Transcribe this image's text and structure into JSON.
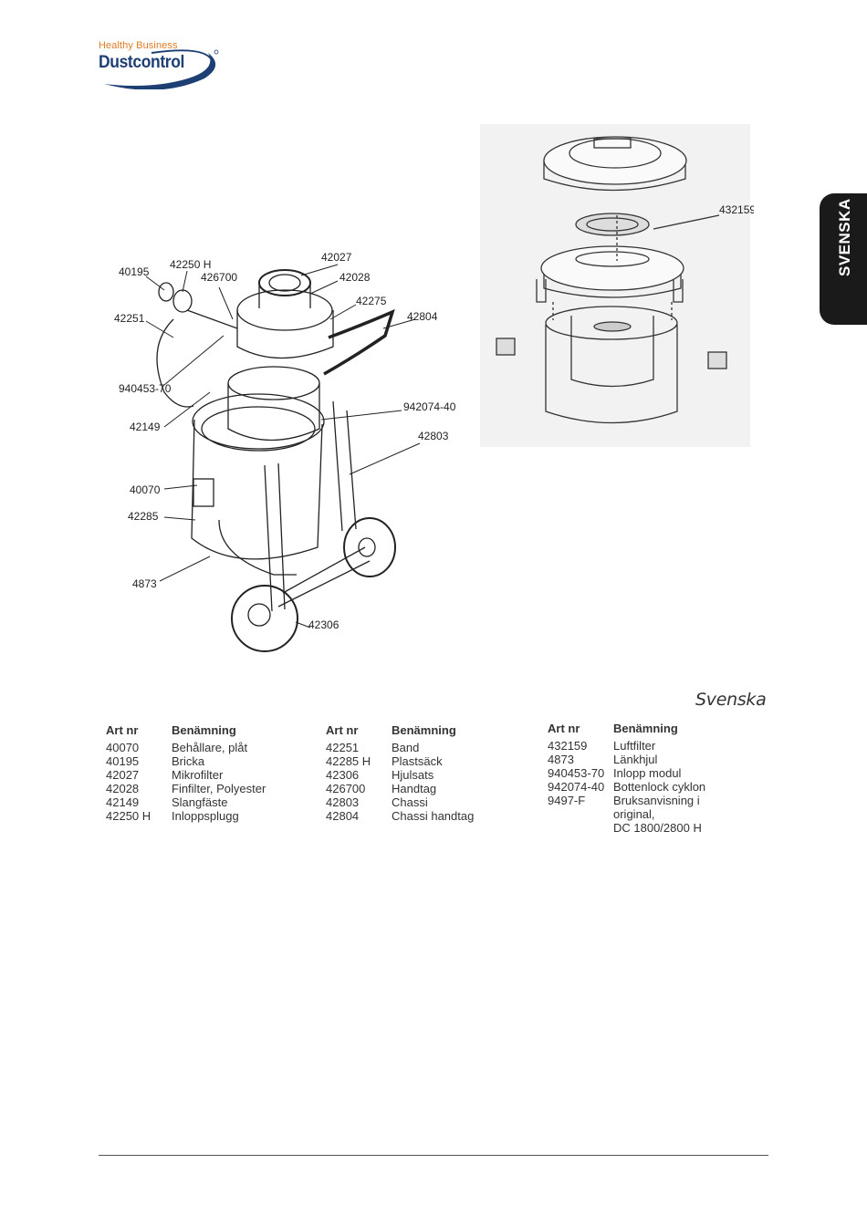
{
  "logo": {
    "tagline": "Healthy Business",
    "wordmark": "Dustcontrol",
    "brand_color": "#1e3f73",
    "accent_color": "#e07b24"
  },
  "language_tab": "SVENSKA",
  "diagram_labels": {
    "l_40195": "40195",
    "l_42250h": "42250 H",
    "l_426700": "426700",
    "l_42027": "42027",
    "l_42028": "42028",
    "l_42275": "42275",
    "l_42804": "42804",
    "l_42251": "42251",
    "l_940453": "940453-70",
    "l_42149": "42149",
    "l_942074": "942074-40",
    "l_42803": "42803",
    "l_40070": "40070",
    "l_42285": "42285",
    "l_4873": "4873",
    "l_42306": "42306",
    "l_432159": "432159"
  },
  "section_language": "Svenska",
  "parts": {
    "col_art": "Art nr",
    "col_name": "Benämning",
    "col1": [
      {
        "art": "40070",
        "name": "Behållare, plåt"
      },
      {
        "art": "40195",
        "name": "Bricka"
      },
      {
        "art": "42027",
        "name": "Mikrofilter"
      },
      {
        "art": "42028",
        "name": "Finfilter, Polyester"
      },
      {
        "art": "42149",
        "name": "Slangfäste"
      },
      {
        "art": "42250 H",
        "name": "Inloppsplugg"
      }
    ],
    "col2": [
      {
        "art": "42251",
        "name": "Band"
      },
      {
        "art": "42285 H",
        "name": "Plastsäck"
      },
      {
        "art": "42306",
        "name": "Hjulsats"
      },
      {
        "art": "426700",
        "name": "Handtag"
      },
      {
        "art": "42803",
        "name": "Chassi"
      },
      {
        "art": "42804",
        "name": "Chassi handtag"
      }
    ],
    "col3": [
      {
        "art": "432159",
        "name": "Luftfilter"
      },
      {
        "art": "4873",
        "name": "Länkhjul"
      },
      {
        "art": "940453-70",
        "name": "Inlopp modul"
      },
      {
        "art": "942074-40",
        "name": "Bottenlock cyklon"
      },
      {
        "art": "9497-F",
        "name": "Bruksanvisning i"
      },
      {
        "art": "",
        "name": "original,"
      },
      {
        "art": "",
        "name": "DC 1800/2800 H"
      }
    ]
  }
}
